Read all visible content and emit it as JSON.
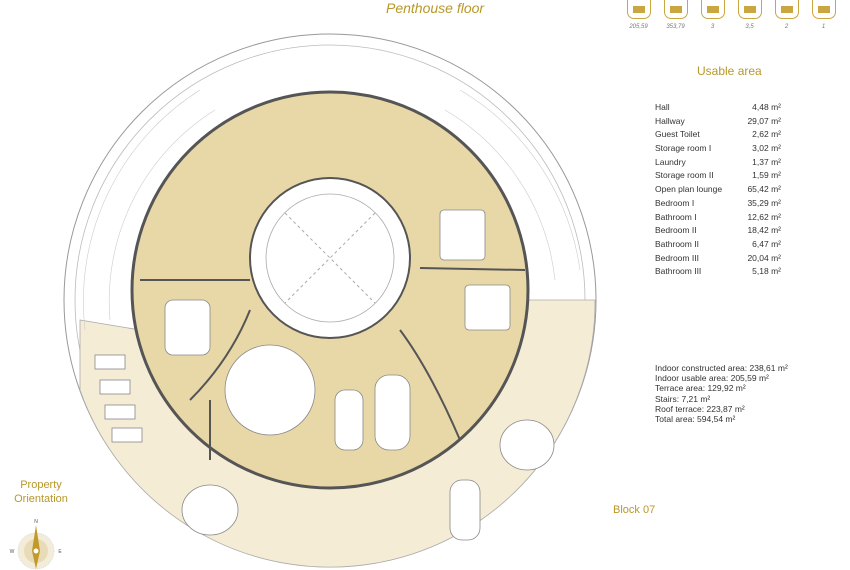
{
  "title": "Penthouse floor",
  "stats": [
    {
      "icon": "indoor-area-icon",
      "value": "205,59"
    },
    {
      "icon": "total-area-icon",
      "value": "353,79"
    },
    {
      "icon": "bed-icon",
      "value": "3"
    },
    {
      "icon": "bathtub-icon",
      "value": "3,5"
    },
    {
      "icon": "parking-icon",
      "value": "2"
    },
    {
      "icon": "storage-icon",
      "value": "1"
    }
  ],
  "usable_area": {
    "title": "Usable area",
    "rooms": [
      {
        "name": "Hall",
        "area": "4,48 m²"
      },
      {
        "name": "Hallway",
        "area": "29,07 m²"
      },
      {
        "name": "Guest Toilet",
        "area": "2,62 m²"
      },
      {
        "name": "Storage room I",
        "area": "3,02 m²"
      },
      {
        "name": "Laundry",
        "area": "1,37 m²"
      },
      {
        "name": "Storage room II",
        "area": "1,59 m²"
      },
      {
        "name": "Open plan lounge",
        "area": "65,42 m²"
      },
      {
        "name": "Bedroom I",
        "area": "35,29 m²"
      },
      {
        "name": "Bathroom I",
        "area": "12,62 m²"
      },
      {
        "name": "Bedroom II",
        "area": "18,42 m²"
      },
      {
        "name": "Bathroom II",
        "area": "6,47 m²"
      },
      {
        "name": "Bedroom III",
        "area": "20,04 m²"
      },
      {
        "name": "Bathroom III",
        "area": "5,18 m²"
      }
    ]
  },
  "totals": [
    "Indoor constructed area: 238,61  m²",
    "Indoor usable area: 205,59 m²",
    "Terrace area: 129,92  m²",
    "Stairs: 7,21 m²",
    "Roof terrace: 223,87  m²",
    "Total area: 594,54 m²"
  ],
  "block": "Block 07",
  "orientation": {
    "line1": "Property",
    "line2": "Orientation",
    "n": "N",
    "w": "W",
    "e": "E"
  },
  "colors": {
    "accent": "#b8982a",
    "floor": "#e8d8a8",
    "terrace": "#f5ecd6"
  }
}
